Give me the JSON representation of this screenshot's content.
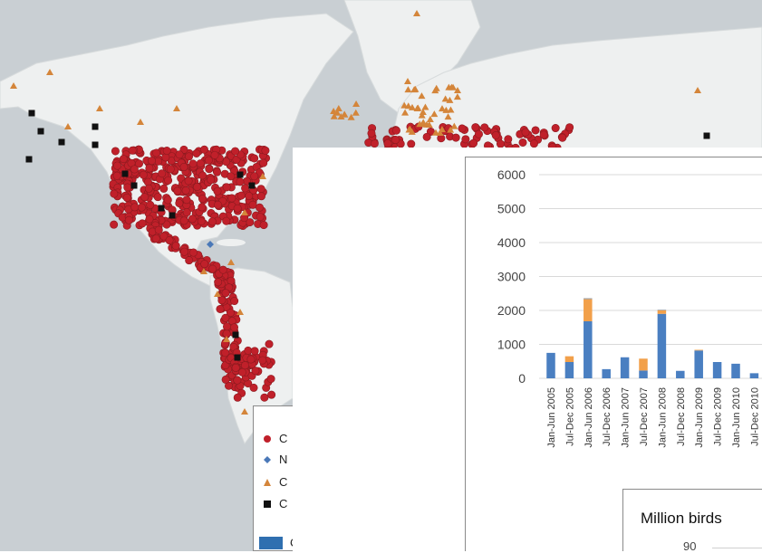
{
  "legend": {
    "items": [
      {
        "symbol": "circle",
        "color": "#c0202a",
        "label": "C"
      },
      {
        "symbol": "diamond",
        "color": "#4a78b8",
        "label": "N"
      },
      {
        "symbol": "triangle",
        "color": "#d4853a",
        "label": "C"
      },
      {
        "symbol": "square",
        "color": "#111111",
        "label": "C"
      },
      {
        "symbol": "rect",
        "color": "#2f6fb0",
        "label": "C"
      }
    ]
  },
  "colors": {
    "ocean": "#c9cfd3",
    "land": "#eef0f0",
    "series_blue": "#4a7fc1",
    "series_orange": "#f2a04a"
  },
  "chart_data": [
    {
      "type": "bar",
      "stacked": true,
      "categories": [
        "Jan-Jun 2005",
        "Jul-Dec 2005",
        "Jan-Jun 2006",
        "Jul-Dec 2006",
        "Jan-Jun 2007",
        "Jul-Dec 2007",
        "Jan-Jun 2008",
        "Jul-Dec 2008",
        "Jan-Jun 2009",
        "Jul-Dec 2009",
        "Jan-Jun 2010",
        "Jul-Dec 2010"
      ],
      "series": [
        {
          "values": [
            750,
            480,
            1680,
            270,
            620,
            230,
            1900,
            220,
            820,
            480,
            430,
            150
          ]
        },
        {
          "values": [
            0,
            170,
            650,
            0,
            0,
            350,
            100,
            0,
            20,
            0,
            0,
            0
          ]
        },
        {
          "values": [
            0,
            0,
            30,
            0,
            0,
            0,
            20,
            0,
            0,
            0,
            0,
            0
          ]
        }
      ],
      "yticks": [
        0,
        1000,
        2000,
        3000,
        4000,
        5000,
        6000
      ],
      "ylim": [
        0,
        6000
      ],
      "grid": true
    },
    {
      "type": "line",
      "title": "Million birds",
      "yticks": [
        90
      ]
    }
  ]
}
